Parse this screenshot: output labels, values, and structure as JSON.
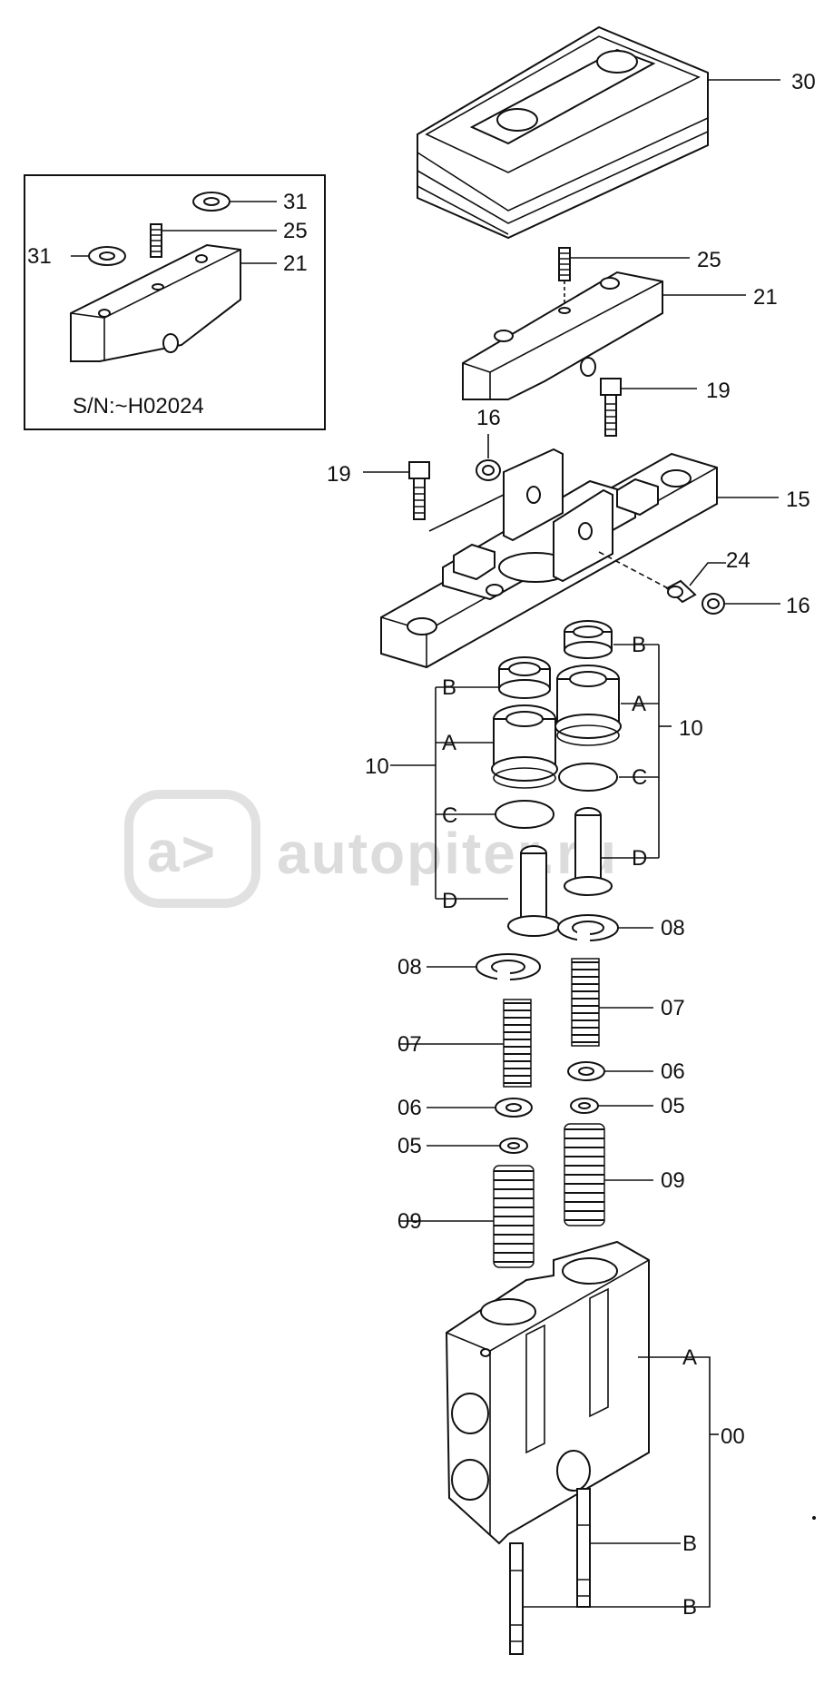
{
  "inset": {
    "caption": "S/N:~H02024"
  },
  "callouts": {
    "c30": "30",
    "c31a": "31",
    "c31b": "31",
    "c25a": "25",
    "c21a": "21",
    "c25b": "25",
    "c21b": "21",
    "c16a": "16",
    "c19a": "19",
    "c19b": "19",
    "c15": "15",
    "c24": "24",
    "c16b": "16",
    "c10a": "10",
    "c10b": "10",
    "cB1": "B",
    "cA1": "A",
    "cC1": "C",
    "cD1": "D",
    "cB2": "B",
    "cA2": "A",
    "cC2": "C",
    "cD2": "D",
    "c08a": "08",
    "c08b": "08",
    "c07a": "07",
    "c07b": "07",
    "c06a": "06",
    "c06b": "06",
    "c05a": "05",
    "c05b": "05",
    "c09a": "09",
    "c09b": "09",
    "cA3": "A",
    "c00": "00",
    "cB3": "B",
    "cB4": "B"
  },
  "watermark": {
    "text": "autopiter.ru"
  }
}
